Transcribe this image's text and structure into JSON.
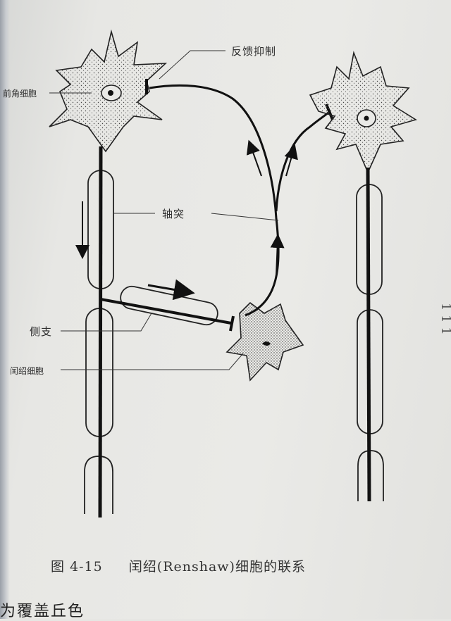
{
  "labels": {
    "motor_neuron": "前角细胞",
    "feedback_inhibition": "反馈抑制",
    "axon": "轴突",
    "collateral": "侧支",
    "renshaw_cell": "闰绍细胞"
  },
  "caption": {
    "number": "图 4-15",
    "title": "闰绍(Renshaw)细胞的联系"
  },
  "page_text": {
    "bottom_line": "为覆盖丘色",
    "margin_mark": "1 1 1"
  }
}
